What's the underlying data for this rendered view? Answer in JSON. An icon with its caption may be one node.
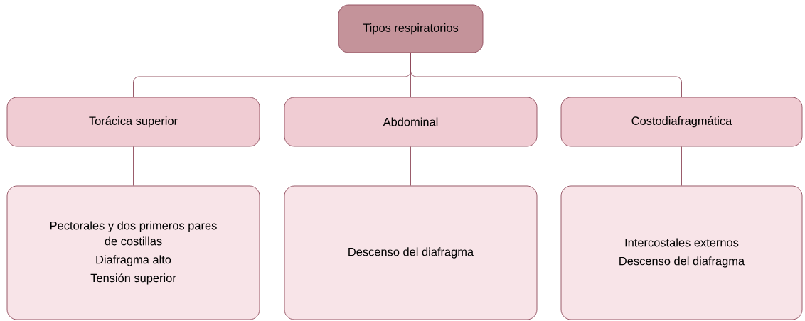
{
  "diagram": {
    "nodes": [
      {
        "text": [
          "Tipos respiratorios"
        ]
      },
      {
        "text": [
          "Torácica superior"
        ]
      },
      {
        "text": [
          "Abdominal"
        ]
      },
      {
        "text": [
          "Costodiafragmática"
        ]
      },
      {
        "text": [
          "Pectorales y dos primeros pares de costillas",
          "Diafragma alto",
          "Tensión superior"
        ]
      },
      {
        "text": [
          "Descenso del diafragma"
        ]
      },
      {
        "text": [
          "Intercostales externos",
          "Descenso del diafragma"
        ]
      }
    ],
    "edges": [
      {
        "from": 0,
        "to": 1,
        "arrow": "none"
      },
      {
        "from": 0,
        "to": 2,
        "arrow": "none"
      },
      {
        "from": 0,
        "to": 3,
        "arrow": "none"
      },
      {
        "from": 1,
        "to": 4,
        "arrow": "none"
      },
      {
        "from": 2,
        "to": 5,
        "arrow": "none"
      },
      {
        "from": 3,
        "to": 6,
        "arrow": "none"
      }
    ]
  }
}
